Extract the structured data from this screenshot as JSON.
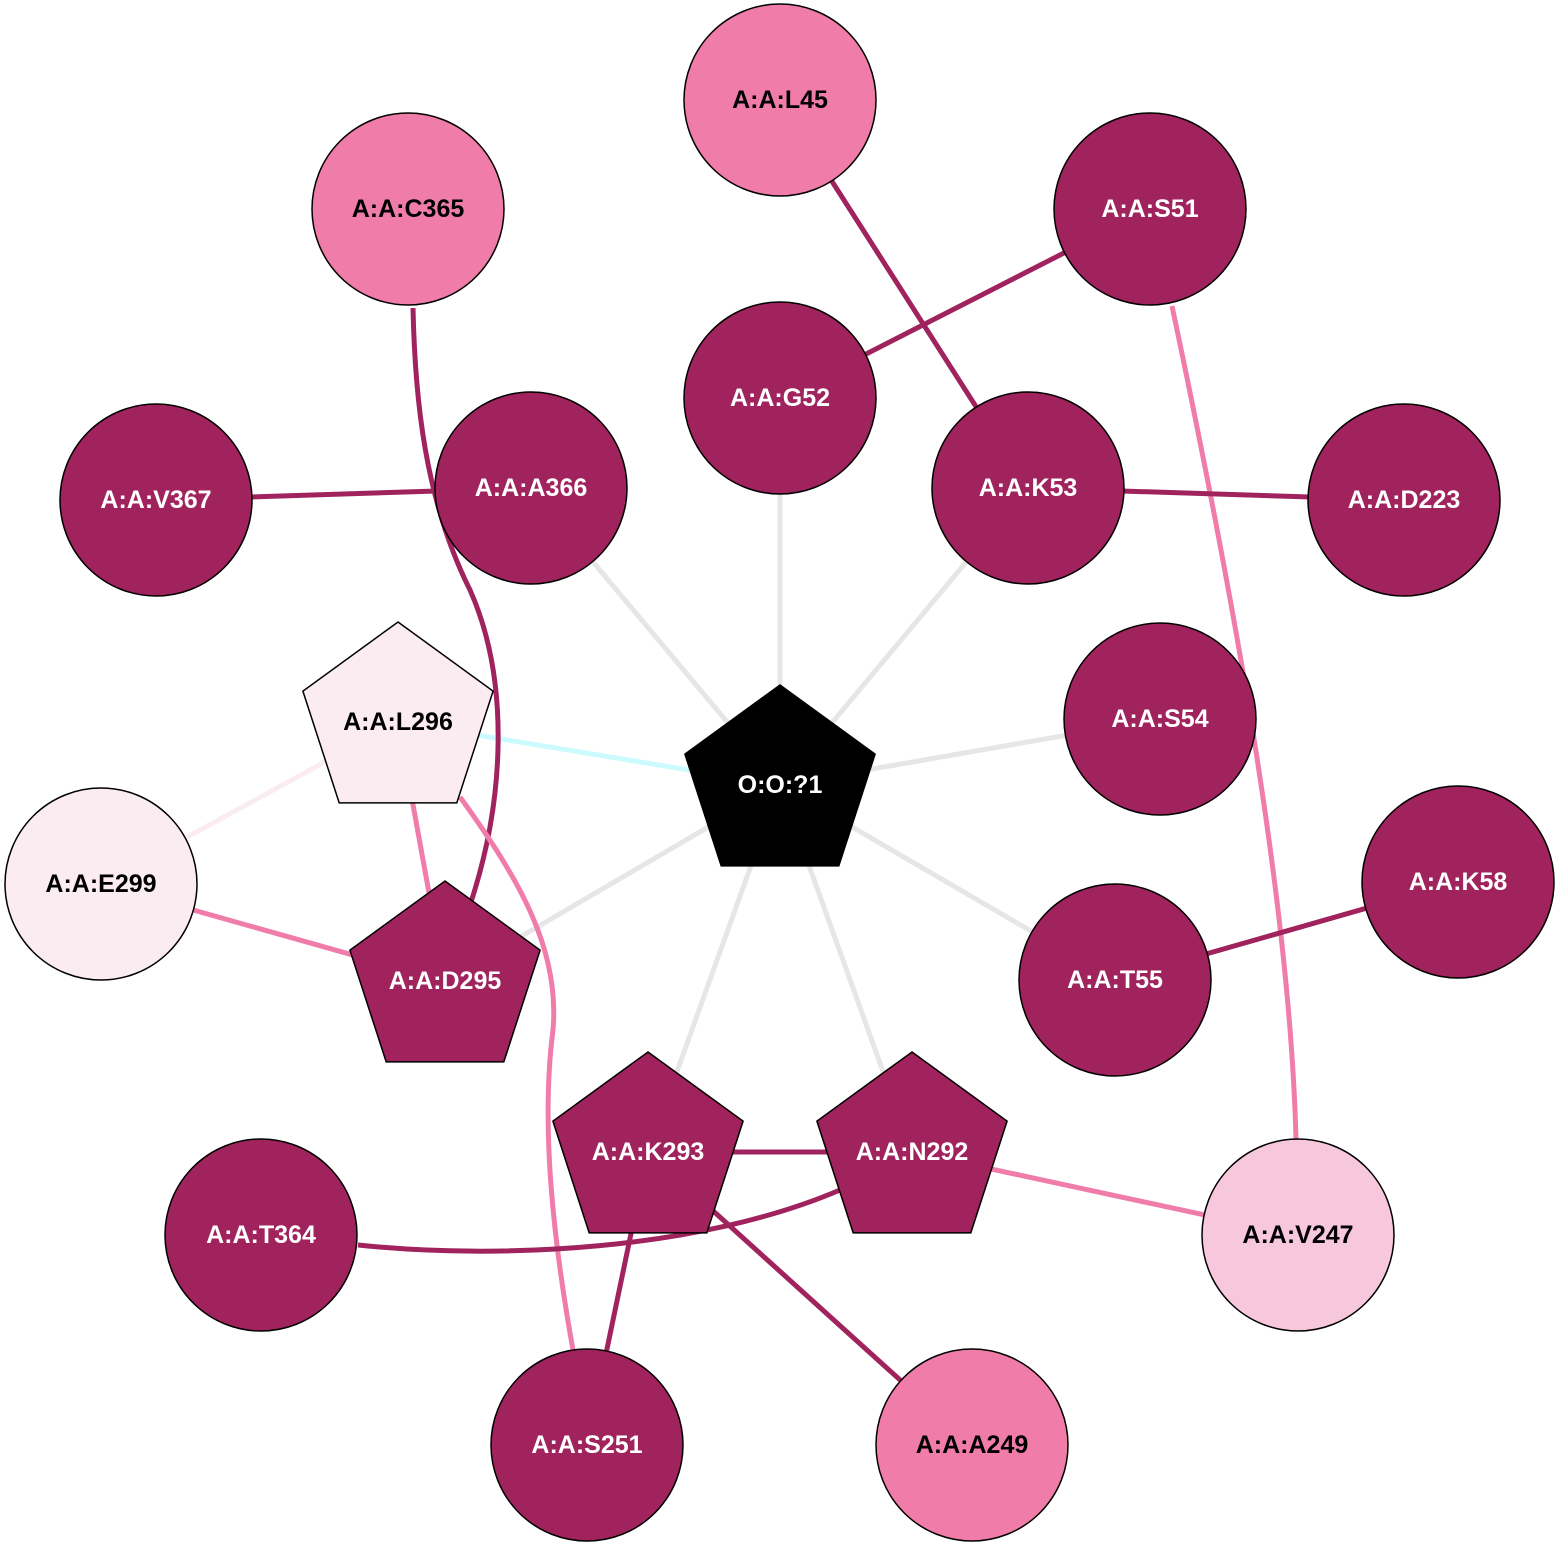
{
  "colors": {
    "dark": "#a0235d",
    "mid": "#f07ca9",
    "light": "#f7c8dc",
    "pale": "#fbecf2",
    "ligand": "#000000",
    "grey_edge": "#e6e6e6",
    "cyan_edge": "#ccfbff"
  },
  "nodes": [
    {
      "id": "lig",
      "label": "O:O:?1",
      "shape": "pentagon",
      "fill": "ligand",
      "text": "white"
    },
    {
      "id": "L45",
      "label": "A:A:L45",
      "shape": "circle",
      "fill": "mid",
      "text": "black"
    },
    {
      "id": "C365",
      "label": "A:A:C365",
      "shape": "circle",
      "fill": "mid",
      "text": "black"
    },
    {
      "id": "S51",
      "label": "A:A:S51",
      "shape": "circle",
      "fill": "dark",
      "text": "white"
    },
    {
      "id": "G52",
      "label": "A:A:G52",
      "shape": "circle",
      "fill": "dark",
      "text": "white"
    },
    {
      "id": "V367",
      "label": "A:A:V367",
      "shape": "circle",
      "fill": "dark",
      "text": "white"
    },
    {
      "id": "A366",
      "label": "A:A:A366",
      "shape": "circle",
      "fill": "dark",
      "text": "white"
    },
    {
      "id": "K53",
      "label": "A:A:K53",
      "shape": "circle",
      "fill": "dark",
      "text": "white"
    },
    {
      "id": "D223",
      "label": "A:A:D223",
      "shape": "circle",
      "fill": "dark",
      "text": "white"
    },
    {
      "id": "L296",
      "label": "A:A:L296",
      "shape": "pentagon",
      "fill": "pale",
      "text": "black"
    },
    {
      "id": "S54",
      "label": "A:A:S54",
      "shape": "circle",
      "fill": "dark",
      "text": "white"
    },
    {
      "id": "E299",
      "label": "A:A:E299",
      "shape": "circle",
      "fill": "pale",
      "text": "black"
    },
    {
      "id": "K58",
      "label": "A:A:K58",
      "shape": "circle",
      "fill": "dark",
      "text": "white"
    },
    {
      "id": "D295",
      "label": "A:A:D295",
      "shape": "pentagon",
      "fill": "dark",
      "text": "white"
    },
    {
      "id": "T55",
      "label": "A:A:T55",
      "shape": "circle",
      "fill": "dark",
      "text": "white"
    },
    {
      "id": "K293",
      "label": "A:A:K293",
      "shape": "pentagon",
      "fill": "dark",
      "text": "white"
    },
    {
      "id": "N292",
      "label": "A:A:N292",
      "shape": "pentagon",
      "fill": "dark",
      "text": "white"
    },
    {
      "id": "T364",
      "label": "A:A:T364",
      "shape": "circle",
      "fill": "dark",
      "text": "white"
    },
    {
      "id": "V247",
      "label": "A:A:V247",
      "shape": "circle",
      "fill": "light",
      "text": "black"
    },
    {
      "id": "S251",
      "label": "A:A:S251",
      "shape": "circle",
      "fill": "dark",
      "text": "white"
    },
    {
      "id": "A249",
      "label": "A:A:A249",
      "shape": "circle",
      "fill": "mid",
      "text": "black"
    }
  ],
  "edges": [
    {
      "from": "lig",
      "to": "G52",
      "color": "grey_edge"
    },
    {
      "from": "lig",
      "to": "A366",
      "color": "grey_edge"
    },
    {
      "from": "lig",
      "to": "K53",
      "color": "grey_edge"
    },
    {
      "from": "lig",
      "to": "S54",
      "color": "grey_edge"
    },
    {
      "from": "lig",
      "to": "T55",
      "color": "grey_edge"
    },
    {
      "from": "lig",
      "to": "D295",
      "color": "grey_edge"
    },
    {
      "from": "lig",
      "to": "K293",
      "color": "grey_edge"
    },
    {
      "from": "lig",
      "to": "N292",
      "color": "grey_edge"
    },
    {
      "from": "lig",
      "to": "L296",
      "color": "cyan_edge"
    },
    {
      "from": "L45",
      "to": "K53",
      "color": "dark"
    },
    {
      "from": "S51",
      "to": "G52",
      "color": "dark"
    },
    {
      "from": "S51",
      "to": "V247",
      "color": "mid"
    },
    {
      "from": "V367",
      "to": "A366",
      "color": "dark"
    },
    {
      "from": "K53",
      "to": "D223",
      "color": "dark"
    },
    {
      "from": "C365",
      "to": "D295",
      "color": "dark"
    },
    {
      "from": "E299",
      "to": "L296",
      "color": "pale"
    },
    {
      "from": "E299",
      "to": "D295",
      "color": "mid"
    },
    {
      "from": "L296",
      "to": "D295",
      "color": "mid"
    },
    {
      "from": "L296",
      "to": "S251",
      "color": "mid"
    },
    {
      "from": "K58",
      "to": "T55",
      "color": "dark"
    },
    {
      "from": "K293",
      "to": "N292",
      "color": "dark"
    },
    {
      "from": "K293",
      "to": "S251",
      "color": "dark"
    },
    {
      "from": "K293",
      "to": "A249",
      "color": "dark"
    },
    {
      "from": "N292",
      "to": "T364",
      "color": "dark"
    },
    {
      "from": "N292",
      "to": "V247",
      "color": "mid"
    }
  ]
}
